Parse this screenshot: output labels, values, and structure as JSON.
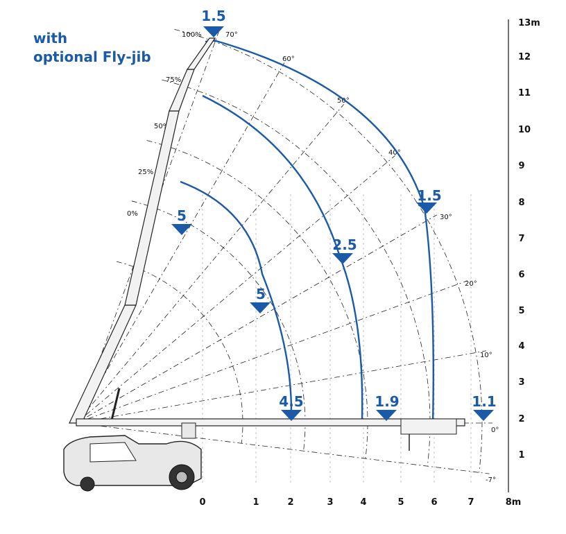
{
  "title_lines": [
    "with",
    "optional Fly-jib"
  ],
  "chart_data": {
    "type": "load-chart",
    "title": "with optional Fly-jib",
    "x_axis": {
      "ticks": [
        "0",
        "1",
        "2",
        "3",
        "4",
        "5",
        "6",
        "7"
      ],
      "unit_label": "8m",
      "range": [
        0,
        8
      ]
    },
    "y_axis": {
      "ticks": [
        "1",
        "2",
        "3",
        "4",
        "5",
        "6",
        "7",
        "8",
        "9",
        "10",
        "11",
        "12"
      ],
      "unit_label": "13m",
      "range": [
        0,
        13
      ]
    },
    "angle_labels": [
      "70°",
      "60°",
      "50°",
      "40°",
      "30°",
      "20°",
      "10°",
      "0°",
      "-7°"
    ],
    "extension_labels": [
      "100%",
      "75%",
      "50%",
      "25%",
      "0%"
    ],
    "capacity_labels": [
      "1.5",
      "1.5",
      "2.5",
      "5",
      "5",
      "4.5",
      "1.9",
      "1.1"
    ],
    "colors": {
      "accent": "#1a5aa8",
      "line": "#111111",
      "machine_body": "#e8e8e8",
      "machine_outline": "#222222"
    }
  }
}
